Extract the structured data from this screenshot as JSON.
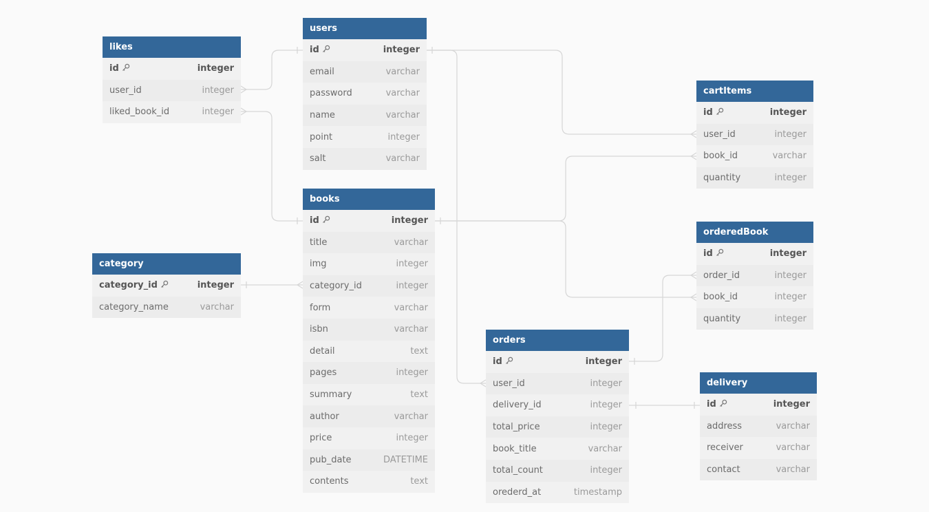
{
  "tables": {
    "likes": {
      "name": "likes",
      "columns": [
        {
          "name": "id",
          "type": "integer",
          "pk": true
        },
        {
          "name": "user_id",
          "type": "integer"
        },
        {
          "name": "liked_book_id",
          "type": "integer"
        }
      ]
    },
    "users": {
      "name": "users",
      "columns": [
        {
          "name": "id",
          "type": "integer",
          "pk": true
        },
        {
          "name": "email",
          "type": "varchar"
        },
        {
          "name": "password",
          "type": "varchar"
        },
        {
          "name": "name",
          "type": "varchar"
        },
        {
          "name": "point",
          "type": "integer"
        },
        {
          "name": "salt",
          "type": "varchar"
        }
      ]
    },
    "cartItems": {
      "name": "cartItems",
      "columns": [
        {
          "name": "id",
          "type": "integer",
          "pk": true
        },
        {
          "name": "user_id",
          "type": "integer"
        },
        {
          "name": "book_id",
          "type": "varchar"
        },
        {
          "name": "quantity",
          "type": "integer"
        }
      ]
    },
    "books": {
      "name": "books",
      "columns": [
        {
          "name": "id",
          "type": "integer",
          "pk": true
        },
        {
          "name": "title",
          "type": "varchar"
        },
        {
          "name": "img",
          "type": "integer"
        },
        {
          "name": "category_id",
          "type": "integer"
        },
        {
          "name": "form",
          "type": "varchar"
        },
        {
          "name": "isbn",
          "type": "varchar"
        },
        {
          "name": "detail",
          "type": "text"
        },
        {
          "name": "pages",
          "type": "integer"
        },
        {
          "name": "summary",
          "type": "text"
        },
        {
          "name": "author",
          "type": "varchar"
        },
        {
          "name": "price",
          "type": "integer"
        },
        {
          "name": "pub_date",
          "type": "DATETIME"
        },
        {
          "name": "contents",
          "type": "text"
        }
      ]
    },
    "category": {
      "name": "category",
      "columns": [
        {
          "name": "category_id",
          "type": "integer",
          "pk": true
        },
        {
          "name": "category_name",
          "type": "varchar"
        }
      ]
    },
    "orderedBook": {
      "name": "orderedBook",
      "columns": [
        {
          "name": "id",
          "type": "integer",
          "pk": true
        },
        {
          "name": "order_id",
          "type": "integer"
        },
        {
          "name": "book_id",
          "type": "integer"
        },
        {
          "name": "quantity",
          "type": "integer"
        }
      ]
    },
    "orders": {
      "name": "orders",
      "columns": [
        {
          "name": "id",
          "type": "integer",
          "pk": true
        },
        {
          "name": "user_id",
          "type": "integer"
        },
        {
          "name": "delivery_id",
          "type": "integer"
        },
        {
          "name": "total_price",
          "type": "integer"
        },
        {
          "name": "book_title",
          "type": "varchar"
        },
        {
          "name": "total_count",
          "type": "integer"
        },
        {
          "name": "orederd_at",
          "type": "timestamp"
        }
      ]
    },
    "delivery": {
      "name": "delivery",
      "columns": [
        {
          "name": "id",
          "type": "integer",
          "pk": true
        },
        {
          "name": "address",
          "type": "varchar"
        },
        {
          "name": "receiver",
          "type": "varchar"
        },
        {
          "name": "contact",
          "type": "varchar"
        }
      ]
    }
  },
  "relationships": [
    {
      "from": "likes.user_id",
      "to": "users.id"
    },
    {
      "from": "likes.liked_book_id",
      "to": "books.id"
    },
    {
      "from": "cartItems.user_id",
      "to": "users.id"
    },
    {
      "from": "cartItems.book_id",
      "to": "books.id"
    },
    {
      "from": "orderedBook.book_id",
      "to": "books.id"
    },
    {
      "from": "orderedBook.order_id",
      "to": "orders.id"
    },
    {
      "from": "books.category_id",
      "to": "category.category_id"
    },
    {
      "from": "orders.user_id",
      "to": "users.id"
    },
    {
      "from": "orders.delivery_id",
      "to": "delivery.id"
    }
  ],
  "colors": {
    "header": "#336799",
    "connector": "#d6d6d6",
    "background": "#fafafa"
  },
  "icons": {
    "primary_key": "key-icon"
  }
}
